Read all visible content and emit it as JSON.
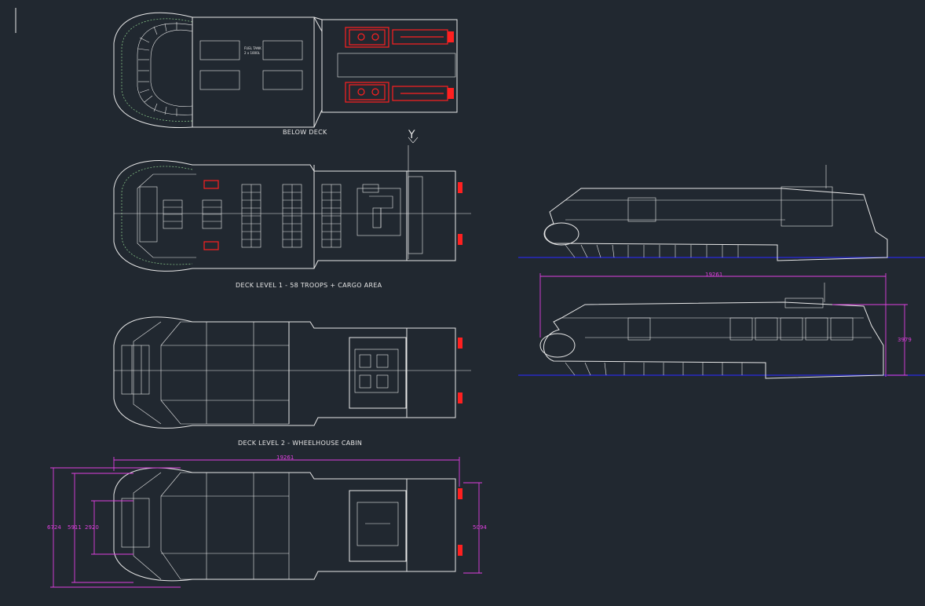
{
  "views": {
    "below_deck": "BELOW  DECK",
    "deck_level_1": "DECK LEVEL 1 - 58 TROOPS + CARGO AREA",
    "deck_level_2": "DECK LEVEL 2 - WHEELHOUSE CABIN",
    "axis_y": "Y"
  },
  "dimensions": {
    "plan_length": "19261",
    "plan_width_overall": "6724",
    "plan_width_hull": "5911",
    "plan_width_inner": "2920",
    "plan_transom": "5094",
    "profile_length": "19261",
    "profile_height": "3979"
  },
  "colors": {
    "background": "#212830",
    "linework": "#e8e8e8",
    "machinery": "#ff2020",
    "dimension": "#e040e0",
    "waterline": "#2a2ae0"
  }
}
